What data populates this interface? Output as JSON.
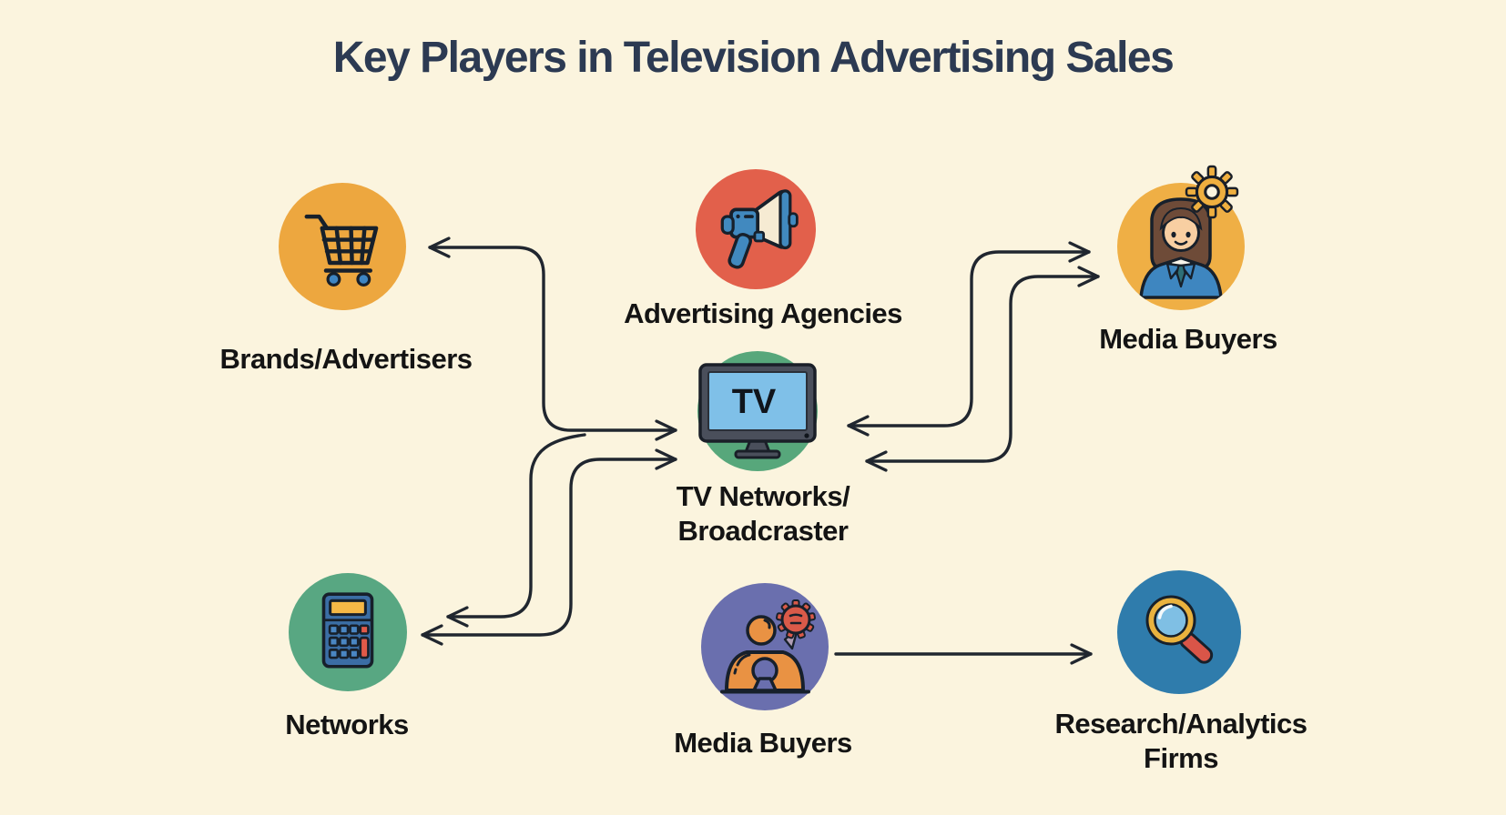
{
  "title": "Key Players in Television Advertising Sales",
  "nodes": {
    "brands": {
      "label": "Brands/Advertisers",
      "icon": "shopping-cart-icon",
      "circle_color": "#EDA73F"
    },
    "agencies": {
      "label": "Advertising Agencies",
      "icon": "megaphone-icon",
      "circle_color": "#E2604B"
    },
    "media_buyers_top": {
      "label": "Media Buyers",
      "icon": "businesswoman-icon",
      "badge_icon": "gear-icon",
      "circle_color": "#EFAF45"
    },
    "tv_networks": {
      "label_line1": "TV Networks/",
      "label_line2": "Broadcraster",
      "screen_text": "TV",
      "icon": "tv-icon",
      "circle_color": "#57A77B"
    },
    "networks": {
      "label": "Networks",
      "icon": "calculator-icon",
      "circle_color": "#58A782"
    },
    "media_buyers_bottom": {
      "label": "Media Buyers",
      "icon": "person-at-desk-icon",
      "circle_color": "#6A6FAE"
    },
    "research": {
      "label_line1": "Research/Analytics",
      "label_line2": "Firms",
      "icon": "magnifying-glass-icon",
      "circle_color": "#2F7CAC"
    }
  },
  "connections": [
    {
      "endpoints": [
        "brands",
        "tv_networks"
      ],
      "shape": "s-curve",
      "double_headed": true
    },
    {
      "endpoints": [
        "tv_networks",
        "networks"
      ],
      "shape": "s-curve",
      "double_headed": false,
      "head_at": "networks",
      "position": "inner"
    },
    {
      "endpoints": [
        "tv_networks",
        "networks"
      ],
      "shape": "s-curve",
      "double_headed": true,
      "position": "outer"
    },
    {
      "endpoints": [
        "tv_networks",
        "media_buyers_top"
      ],
      "shape": "s-curve",
      "double_headed": true,
      "position": "upper"
    },
    {
      "endpoints": [
        "tv_networks",
        "media_buyers_top"
      ],
      "shape": "s-curve",
      "double_headed": true,
      "position": "lower"
    },
    {
      "endpoints": [
        "media_buyers_bottom",
        "research"
      ],
      "shape": "straight",
      "double_headed": false,
      "head_at": "research"
    }
  ],
  "colors": {
    "background": "#FBF4DE",
    "arrow": "#20262F",
    "title_text": "#2C3A52",
    "label_text": "#141414"
  }
}
